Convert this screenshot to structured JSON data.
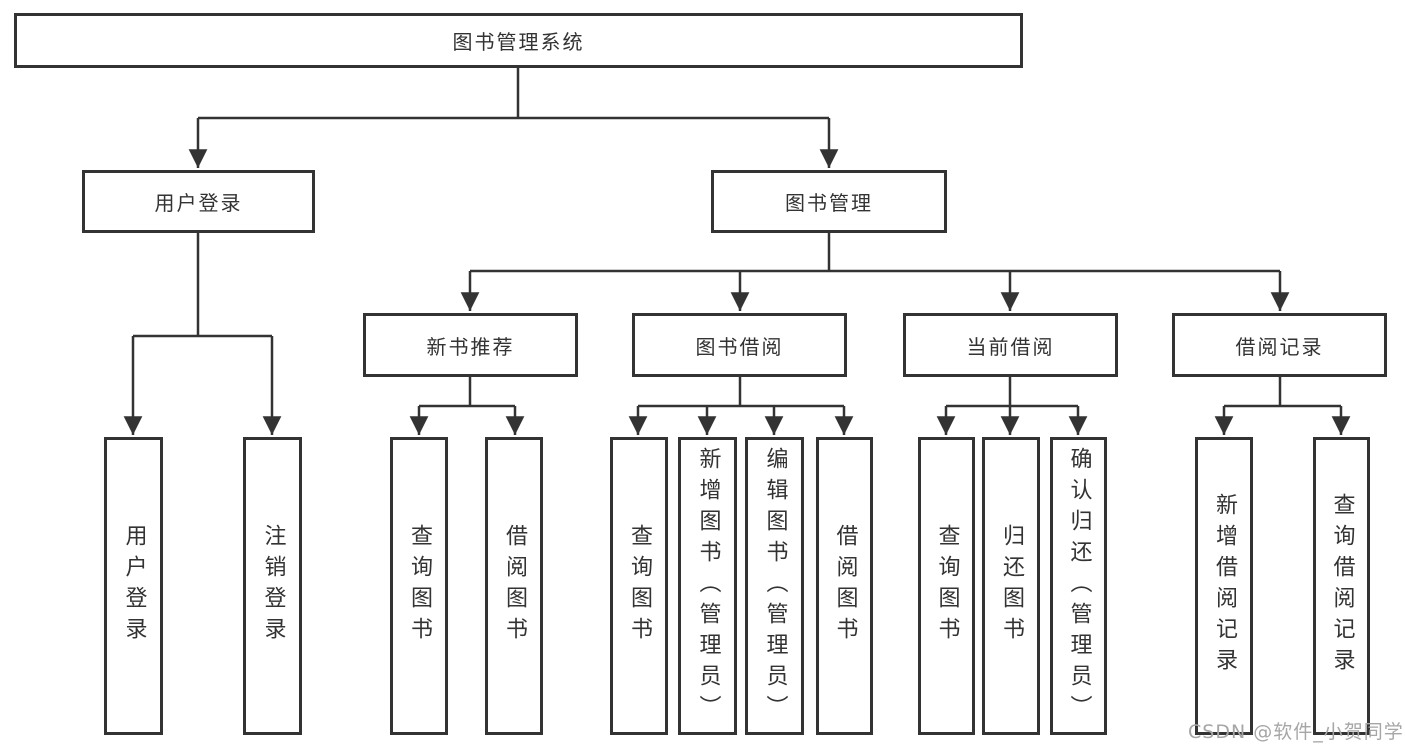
{
  "tree": {
    "label": "图书管理系统",
    "children": [
      {
        "label": "用户登录",
        "children": [
          {
            "label": "用户登录"
          },
          {
            "label": "注销登录"
          }
        ]
      },
      {
        "label": "图书管理",
        "children": [
          {
            "label": "新书推荐",
            "children": [
              {
                "label": "查询图书"
              },
              {
                "label": "借阅图书"
              }
            ]
          },
          {
            "label": "图书借阅",
            "children": [
              {
                "label": "查询图书"
              },
              {
                "label": "新增图书（管理员）"
              },
              {
                "label": "编辑图书（管理员）"
              },
              {
                "label": "借阅图书"
              }
            ]
          },
          {
            "label": "当前借阅",
            "children": [
              {
                "label": "查询图书"
              },
              {
                "label": "归还图书"
              },
              {
                "label": "确认归还（管理员）"
              }
            ]
          },
          {
            "label": "借阅记录",
            "children": [
              {
                "label": "新增借阅记录"
              },
              {
                "label": "查询借阅记录"
              }
            ]
          }
        ]
      }
    ]
  },
  "watermark": {
    "text": "CSDN @软件_小贺同学"
  },
  "colors": {
    "line": "#333333",
    "text": "#333333",
    "watermark": "#a6a6a6",
    "background": "#ffffff"
  }
}
